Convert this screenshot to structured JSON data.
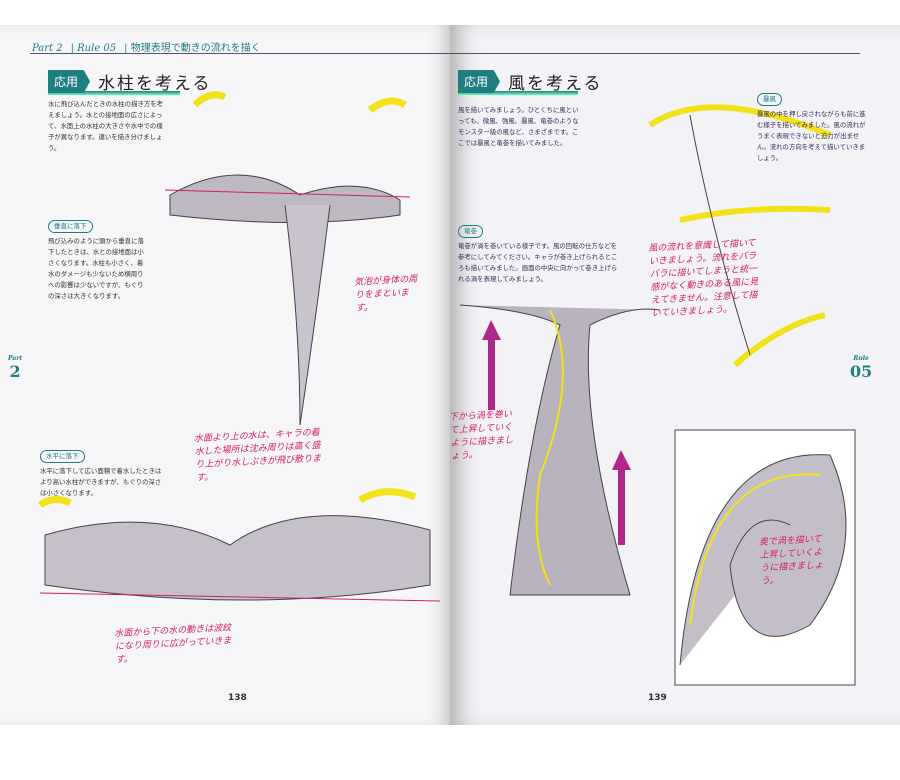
{
  "left_page": {
    "running_head": {
      "part": "Part 2",
      "rule": "Rule 05",
      "topic": "物理表現で動きの流れを描く"
    },
    "heading": {
      "tag": "応用",
      "title": "水柱を考える"
    },
    "intro": "水に飛び込んだときの水柱の描き方を考えましょう。水との接地面の広さによって、水面上の水柱の大きさや水中での様子が異なります。違いを描き分けましょう。",
    "section1": {
      "label": "垂直に落下",
      "text": "飛び込みのように頭から垂直に落下したときは、水との接地面は小さくなります。水柱も小さく、着水のダメージも少ないため横周りへの影響は少ないですが、もぐりの深さは大きくなります。"
    },
    "section2": {
      "label": "水平に落下",
      "text": "水平に落下して広い面積で着水したときはより高い水柱ができますが、もぐりの深さは小さくなります。"
    },
    "notes": [
      "気泡が身体の周りをまといます。",
      "水面より上の水は、キャラの着水した場所は沈み周りは高く盛り上がり水しぶきが飛び散ります。",
      "水面から下の水の動きは波紋になり周りに広がっていきます。"
    ],
    "side_tab": {
      "label": "Part",
      "number": "2"
    },
    "page_number": "138"
  },
  "right_page": {
    "heading": {
      "tag": "応用",
      "title": "風を考える"
    },
    "intro": "風を描いてみましょう。ひとくちに風といっても、微風、強風、暴風、竜巻のようなモンスター級の風など、さまざまです。ここでは暴風と竜巻を描いてみました。",
    "section1": {
      "label": "竜巻",
      "text": "竜巻が渦を巻いている様子です。風の回転の仕方などを参考にしてみてください。キャラが巻き上げられるところも描いてみました。画面の中央に向かって巻き上げられる渦を表現してみましょう。"
    },
    "section2": {
      "label": "暴風",
      "text": "暴風の中を押し戻されながらも前に進む様子を描いてみました。風の流れがうまく表現できないと迫力が出ません。流れの方向を考えて描いていきましょう。"
    },
    "notes": [
      "風の流れを意識して描いていきましょう。流れをバラバラに描いてしまうと統一感がなく動きのある風に見えてきません。注意して描いていきましょう。",
      "下から渦を巻いて上昇していくように描きましょう。",
      "奥で渦を描いて上昇していくように描きましょう。"
    ],
    "side_tab": {
      "label": "Rule",
      "number": "05"
    },
    "page_number": "139"
  },
  "colors": {
    "accent": "#1f7f80",
    "annotation": "#d1206a",
    "arrow": "#f2e21a",
    "arrow_up": "#b0278a"
  }
}
